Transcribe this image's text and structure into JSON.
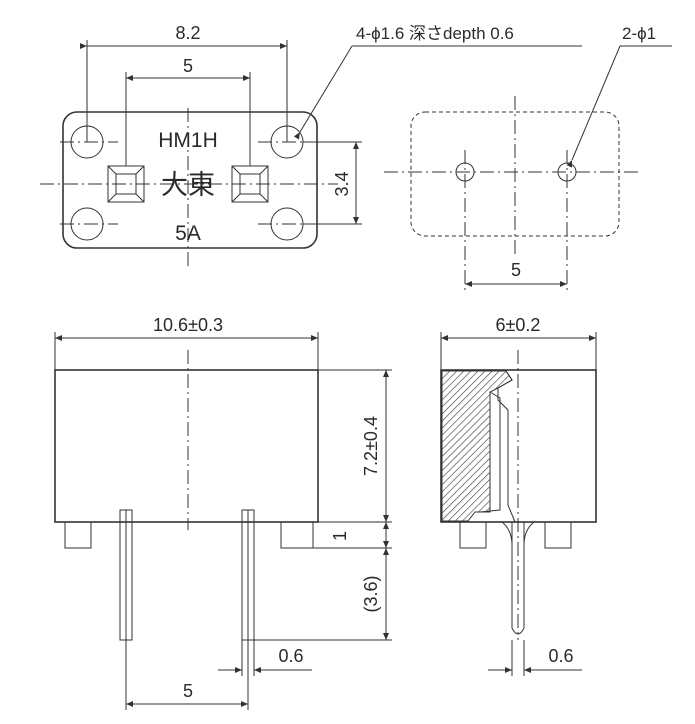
{
  "top_view": {
    "dim_width": "8.2",
    "dim_hole_pitch": "5",
    "dim_height": "3.4",
    "hole_note": "4-ϕ1.6 深さdepth 0.6",
    "marking_model": "HM1H",
    "marking_maker": "大東",
    "marking_rating": "5A"
  },
  "bottom_view": {
    "hole_note": "2-ϕ1",
    "dim_pin_pitch": "5"
  },
  "front_view": {
    "dim_width": "10.6±0.3",
    "dim_height": "7.2±0.4",
    "dim_standoff": "1",
    "dim_pin_length": "(3.6)",
    "dim_pin_thickness": "0.6",
    "dim_pin_pitch": "5"
  },
  "side_view": {
    "dim_width": "6±0.2",
    "dim_pin_thickness": "0.6"
  }
}
